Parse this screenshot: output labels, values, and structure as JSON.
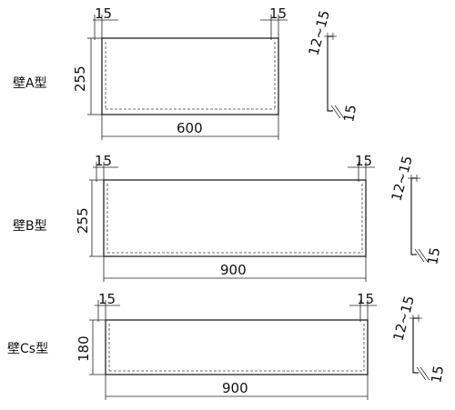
{
  "panels": [
    {
      "type_label": "壁A型",
      "edge_left": "15",
      "edge_right": "15",
      "height": "255",
      "width": "600",
      "section_depth": "12~15",
      "section_base": "15"
    },
    {
      "type_label": "壁B型",
      "edge_left": "15",
      "edge_right": "15",
      "height": "255",
      "width": "900",
      "section_depth": "12~15",
      "section_base": "15"
    },
    {
      "type_label": "壁Cs型",
      "edge_left": "15",
      "edge_right": "15",
      "height": "180",
      "width": "900",
      "section_depth": "12~15",
      "section_base": "15"
    }
  ]
}
